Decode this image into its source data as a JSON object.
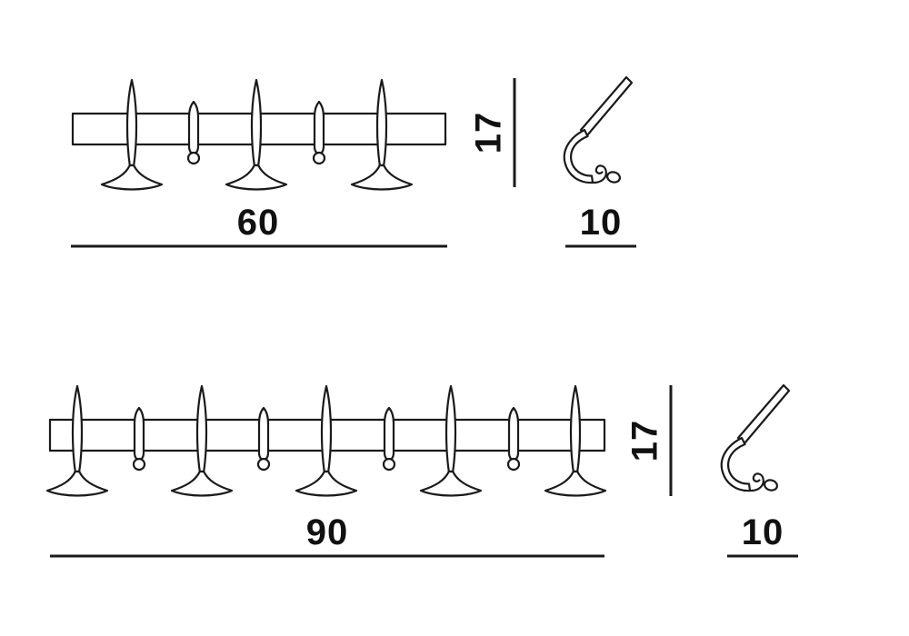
{
  "colors": {
    "line": "#1a1a1a",
    "background": "#ffffff"
  },
  "diagram": {
    "rack_small": {
      "front": {
        "width_label": "60",
        "height_label": "17",
        "large_hook_count": 3,
        "small_hook_count": 2
      },
      "side": {
        "depth_label": "10"
      }
    },
    "rack_large": {
      "front": {
        "width_label": "90",
        "height_label": "17",
        "large_hook_count": 5,
        "small_hook_count": 4
      },
      "side": {
        "depth_label": "10"
      }
    }
  }
}
